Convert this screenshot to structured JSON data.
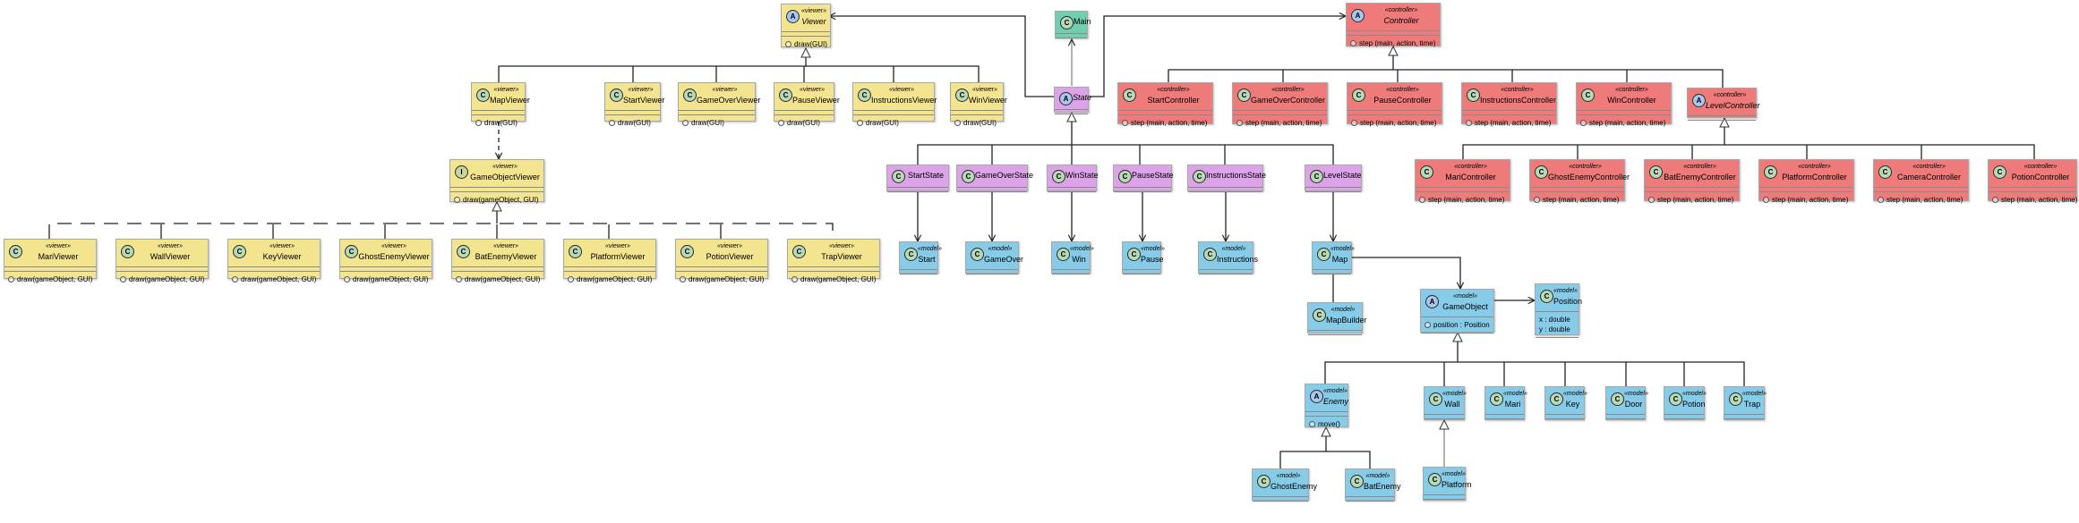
{
  "diagram": {
    "stereotypes": {
      "viewer": "«viewer»",
      "controller": "«controller»",
      "model": "«model»"
    },
    "viewers": {
      "viewer": {
        "name": "Viewer",
        "op": "draw(GUI)"
      },
      "map_viewer": {
        "name": "MapViewer",
        "op": "draw(GUI)"
      },
      "start_viewer": {
        "name": "StartViewer",
        "op": "draw(GUI)"
      },
      "gameover_viewer": {
        "name": "GameOverViewer",
        "op": "draw(GUI)"
      },
      "pause_viewer": {
        "name": "PauseViewer",
        "op": "draw(GUI)"
      },
      "instructions_viewer": {
        "name": "InstructionsViewer",
        "op": "draw(GUI)"
      },
      "win_viewer": {
        "name": "WinViewer",
        "op": "draw(GUI)"
      },
      "gameobject_viewer": {
        "name": "GameObjectViewer",
        "op": "draw(gameObject, GUI)"
      },
      "mari_viewer": {
        "name": "MariViewer",
        "op": "draw(gameObject, GUI)"
      },
      "wall_viewer": {
        "name": "WallViewer",
        "op": "draw(gameObject, GUI)"
      },
      "key_viewer": {
        "name": "KeyViewer",
        "op": "draw(gameObject, GUI)"
      },
      "ghostenemy_viewer": {
        "name": "GhostEnemyViewer",
        "op": "draw(gameObject, GUI)"
      },
      "batenemy_viewer": {
        "name": "BatEnemyViewer",
        "op": "draw(gameObject, GUI)"
      },
      "platform_viewer": {
        "name": "PlatformViewer",
        "op": "draw(gameObject, GUI)"
      },
      "potion_viewer": {
        "name": "PotionViewer",
        "op": "draw(gameObject, GUI)"
      },
      "trap_viewer": {
        "name": "TrapViewer",
        "op": "draw(gameObject, GUI)"
      }
    },
    "main": {
      "name": "Main"
    },
    "state": {
      "name": "State"
    },
    "states": {
      "start_state": {
        "name": "StartState"
      },
      "gameover_state": {
        "name": "GameOverState"
      },
      "win_state": {
        "name": "WinState"
      },
      "pause_state": {
        "name": "PauseState"
      },
      "instructions_state": {
        "name": "InstructionsState"
      },
      "level_state": {
        "name": "LevelState"
      }
    },
    "controllers": {
      "controller": {
        "name": "Controller",
        "op": "step (main, action, time)"
      },
      "start_controller": {
        "name": "StartController",
        "op": "step (main, action, time)"
      },
      "gameover_controller": {
        "name": "GameOverController",
        "op": "step (main, action, time)"
      },
      "pause_controller": {
        "name": "PauseController",
        "op": "step (main, action, time)"
      },
      "instructions_controller": {
        "name": "InstructionsController",
        "op": "step (main, action, time)"
      },
      "win_controller": {
        "name": "WinController",
        "op": "step (main, action, time)"
      },
      "level_controller": {
        "name": "LevelController"
      },
      "mari_controller": {
        "name": "MariController",
        "op": "step (main, action, time)"
      },
      "ghostenemy_controller": {
        "name": "GhostEnemyController",
        "op": "step (main, action, time)"
      },
      "batenemy_controller": {
        "name": "BatEnemyController",
        "op": "step (main, action, time)"
      },
      "platform_controller": {
        "name": "PlatformController",
        "op": "step (main, action, time)"
      },
      "camera_controller": {
        "name": "CameraController",
        "op": "step (main, action, time)"
      },
      "potion_controller": {
        "name": "PotionController",
        "op": "step (main, action, time)"
      }
    },
    "models": {
      "start": {
        "name": "Start"
      },
      "gameover": {
        "name": "GameOver"
      },
      "win": {
        "name": "Win"
      },
      "pause": {
        "name": "Pause"
      },
      "instructions": {
        "name": "Instructions"
      },
      "map": {
        "name": "Map"
      },
      "mapbuilder": {
        "name": "MapBuilder"
      },
      "gameobject": {
        "name": "GameObject",
        "attr": "position : Position"
      },
      "position": {
        "name": "Position",
        "attr1": "x : double",
        "attr2": "y : double"
      },
      "enemy": {
        "name": "Enemy",
        "op": "move()"
      },
      "wall": {
        "name": "Wall"
      },
      "mari": {
        "name": "Mari"
      },
      "key": {
        "name": "Key"
      },
      "door": {
        "name": "Door"
      },
      "potion": {
        "name": "Potion"
      },
      "trap": {
        "name": "Trap"
      },
      "ghostenemy": {
        "name": "GhostEnemy"
      },
      "batenemy": {
        "name": "BatEnemy"
      },
      "platform": {
        "name": "Platform"
      }
    },
    "colors": {
      "viewer": "#f3e48f",
      "controller": "#ee7a7a",
      "state": "#dca3e8",
      "model": "#86cbe8",
      "main": "#6fcfae"
    },
    "icons": {
      "class": "class-icon",
      "abstract": "abstract-class-icon",
      "interface": "interface-icon"
    }
  }
}
